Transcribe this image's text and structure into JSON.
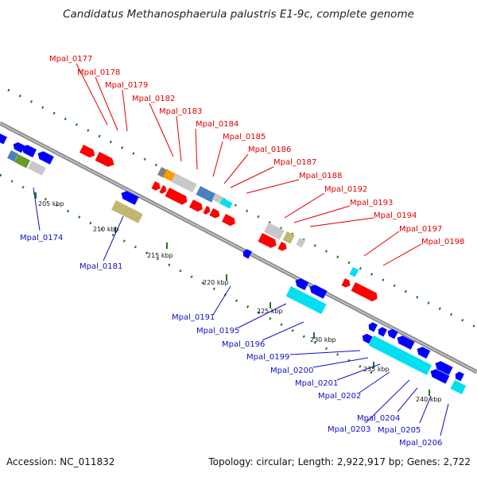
{
  "title": "Candidatus Methanosphaerula palustris E1-9c, complete genome",
  "footer": {
    "accession": "Accession: NC_011832",
    "topology": "Topology: circular; Length: 2,922,917 bp; Genes: 2,722"
  },
  "colors": {
    "backbone": "#8a8a8a",
    "forward_gene": "#ff0000",
    "reverse_gene": "#0000ff",
    "cyan": "#00e0f0",
    "gray": "#c8c8c8",
    "khaki": "#c0b870",
    "olive": "#6a9a2a",
    "orange": "#ff9900",
    "steelblue": "#4a80c0",
    "dotted_ring": "#1a7a1a",
    "red_label": "#e00000",
    "blue_label": "#1010c8"
  },
  "scale_ticks": [
    "205 kbp",
    "210 kbp",
    "215 kbp",
    "220 kbp",
    "225 kbp",
    "230 kbp",
    "235 kbp",
    "240 kbp"
  ],
  "forward_labels": [
    "Mpal_0177",
    "Mpal_0178",
    "Mpal_0179",
    "Mpal_0182",
    "Mpal_0183",
    "Mpal_0184",
    "Mpal_0185",
    "Mpal_0186",
    "Mpal_0187",
    "Mpal_0188",
    "Mpal_0192",
    "Mpal_0193",
    "Mpal_0194",
    "Mpal_0197",
    "Mpal_0198"
  ],
  "reverse_labels": [
    "Mpal_0174",
    "Mpal_0181",
    "Mpal_0191",
    "Mpal_0195",
    "Mpal_0196",
    "Mpal_0199",
    "Mpal_0200",
    "Mpal_0201",
    "Mpal_0202",
    "Mpal_0204",
    "Mpal_0203",
    "Mpal_0205",
    "Mpal_0206"
  ]
}
